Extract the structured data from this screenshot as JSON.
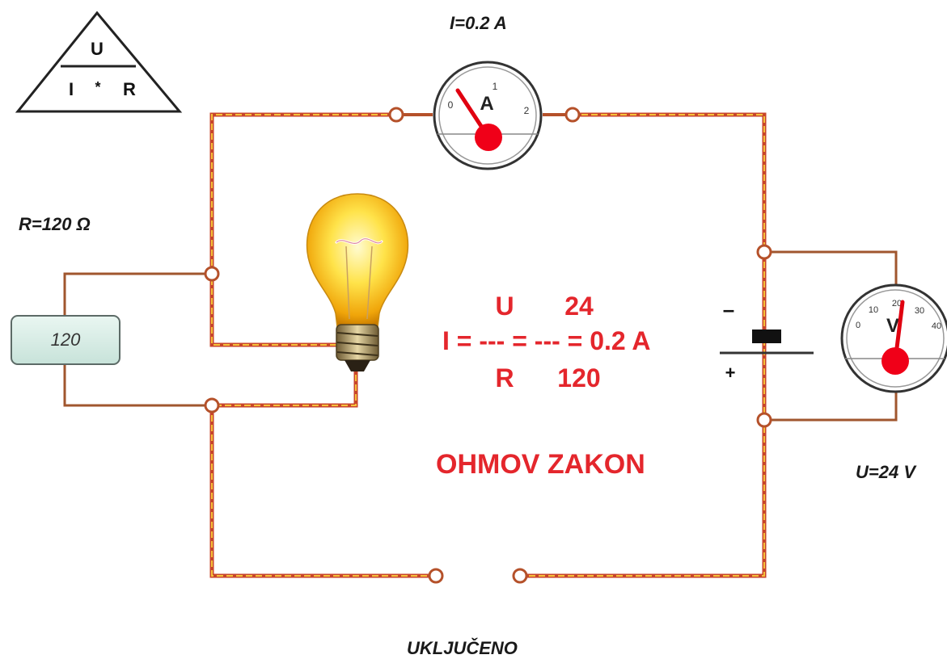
{
  "triangle": {
    "top": "U",
    "bottom_left": "I",
    "operator": "*",
    "bottom_right": "R"
  },
  "labels": {
    "current": "I=0.2 A",
    "resistance": "R=120 Ω",
    "voltage": "U=24 V",
    "status": "UKLJUČENO"
  },
  "resistor_input": {
    "value": "120"
  },
  "formula": {
    "lhs": "I = --- = --- = 0.2 A",
    "num_symbol": "U",
    "num_value": "24",
    "den_symbol": "R",
    "den_value": "120"
  },
  "title": "OHMOV ZAKON",
  "battery": {
    "minus": "–",
    "plus": "+"
  },
  "ammeter": {
    "unit": "A",
    "ticks": [
      "0",
      "1",
      "2"
    ],
    "reading": 0.2
  },
  "voltmeter": {
    "unit": "V",
    "ticks": [
      "0",
      "10",
      "20",
      "30",
      "40"
    ],
    "reading": 24
  },
  "colors": {
    "wire_closed": "#c24a2a",
    "wire_open": "#a0562e",
    "text_red": "#e4262c",
    "needle": "#e00010"
  }
}
